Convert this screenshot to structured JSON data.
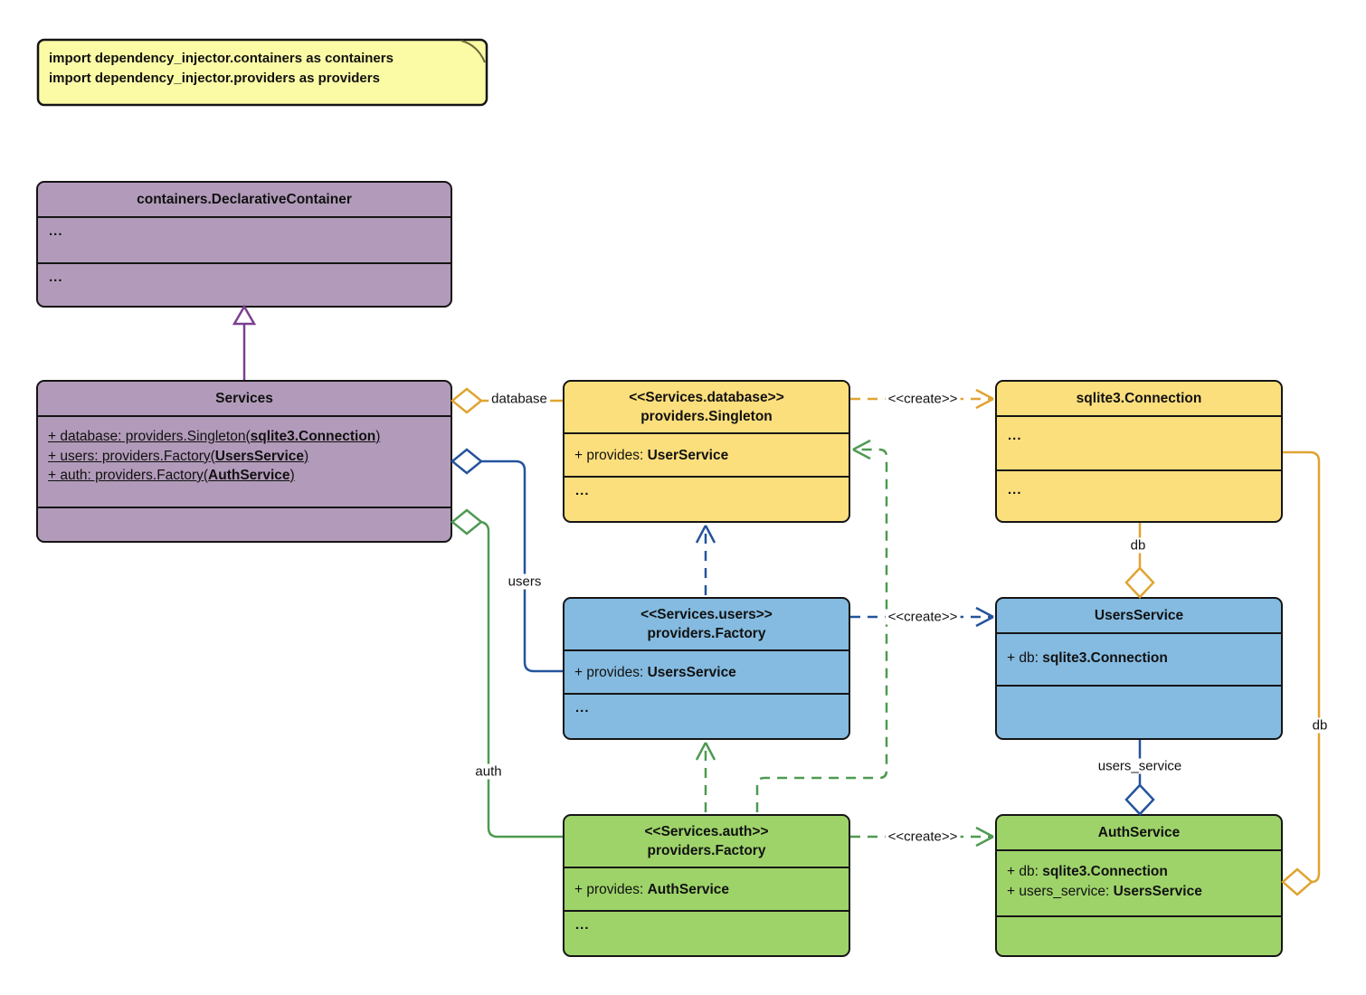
{
  "note": {
    "line1": "import dependency_injector.containers as containers",
    "line2": "import dependency_injector.providers as providers"
  },
  "classes": {
    "declarative_container": {
      "title": "containers.DeclarativeContainer",
      "row1": "...",
      "row2": "..."
    },
    "services": {
      "title": "Services",
      "attr1": {
        "prefix": "+ database: providers.Singleton(",
        "bold": "sqlite3.Connection",
        "suffix": ")"
      },
      "attr2": {
        "prefix": "+ users: providers.Factory(",
        "bold": "UsersService",
        "suffix": ")"
      },
      "attr3": {
        "prefix": "+ auth: providers.Factory(",
        "bold": "AuthService",
        "suffix": ")"
      }
    },
    "database_provider": {
      "stereotype": "<<Services.database>>",
      "name": "providers.Singleton",
      "provides": {
        "prefix": "+ provides: ",
        "bold": "UserService"
      },
      "more": "..."
    },
    "sqlite_connection": {
      "title": "sqlite3.Connection",
      "row1": "...",
      "row2": "..."
    },
    "users_provider": {
      "stereotype": "<<Services.users>>",
      "name": "providers.Factory",
      "provides": {
        "prefix": "+ provides: ",
        "bold": "UsersService"
      },
      "more": "..."
    },
    "users_service": {
      "title": "UsersService",
      "attr1": {
        "prefix": "+ db: ",
        "bold": "sqlite3.Connection"
      }
    },
    "auth_provider": {
      "stereotype": "<<Services.auth>>",
      "name": "providers.Factory",
      "provides": {
        "prefix": "+ provides: ",
        "bold": "AuthService"
      },
      "more": "..."
    },
    "auth_service": {
      "title": "AuthService",
      "attr1": {
        "prefix": "+ db: ",
        "bold": "sqlite3.Connection"
      },
      "attr2": {
        "prefix": "+ users_service: ",
        "bold": "UsersService"
      }
    }
  },
  "edge_labels": {
    "database": "database",
    "users": "users",
    "auth": "auth",
    "db_mid": "db",
    "db_right": "db",
    "users_service": "users_service",
    "create": "<<create>>"
  },
  "colors": {
    "purple_fill": "#B29BBA",
    "purple_line": "#7D3F91",
    "yellow_fill": "#FCDF7D",
    "yellow_line": "#E0A432",
    "blue_fill": "#85BBE0",
    "blue_line": "#24549C",
    "green_fill": "#9ED36A",
    "green_line": "#4E9A51",
    "note_fill": "#FBFBA6"
  }
}
